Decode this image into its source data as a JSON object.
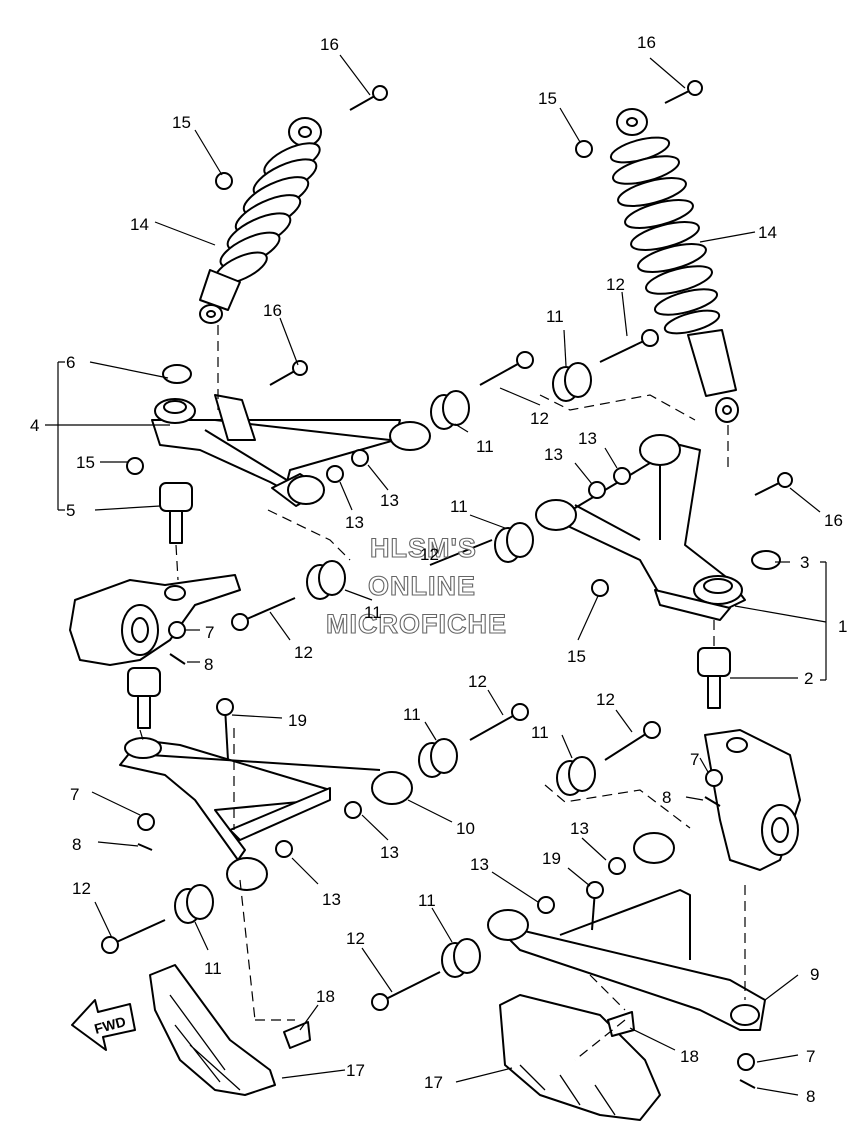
{
  "watermark": {
    "line1": "HLSM'S",
    "line2": "ONLINE",
    "line3": "MICROFICHE"
  },
  "fwd_label": "FWD",
  "callouts": [
    {
      "id": "c16a",
      "label": "16"
    },
    {
      "id": "c15a",
      "label": "15"
    },
    {
      "id": "c14a",
      "label": "14"
    },
    {
      "id": "c16b",
      "label": "16"
    },
    {
      "id": "c6",
      "label": "6"
    },
    {
      "id": "c4",
      "label": "4"
    },
    {
      "id": "c15b",
      "label": "15"
    },
    {
      "id": "c5",
      "label": "5"
    },
    {
      "id": "c13a",
      "label": "13"
    },
    {
      "id": "c13b",
      "label": "13"
    },
    {
      "id": "c11a",
      "label": "11"
    },
    {
      "id": "c12a",
      "label": "12"
    },
    {
      "id": "c16c",
      "label": "16"
    },
    {
      "id": "c15c",
      "label": "15"
    },
    {
      "id": "c14b",
      "label": "14"
    },
    {
      "id": "c12b",
      "label": "12"
    },
    {
      "id": "c11b",
      "label": "11"
    },
    {
      "id": "c13c",
      "label": "13"
    },
    {
      "id": "c13d",
      "label": "13"
    },
    {
      "id": "c11c",
      "label": "11"
    },
    {
      "id": "c12c",
      "label": "12"
    },
    {
      "id": "c16d",
      "label": "16"
    },
    {
      "id": "c3",
      "label": "3"
    },
    {
      "id": "c1",
      "label": "1"
    },
    {
      "id": "c2",
      "label": "2"
    },
    {
      "id": "c11d",
      "label": "11"
    },
    {
      "id": "c12d",
      "label": "12"
    },
    {
      "id": "c15d",
      "label": "15"
    },
    {
      "id": "c7a",
      "label": "7"
    },
    {
      "id": "c8a",
      "label": "8"
    },
    {
      "id": "c19a",
      "label": "19"
    },
    {
      "id": "c12e",
      "label": "12"
    },
    {
      "id": "c11e",
      "label": "11"
    },
    {
      "id": "c10",
      "label": "10"
    },
    {
      "id": "c13e",
      "label": "13"
    },
    {
      "id": "c7b",
      "label": "7"
    },
    {
      "id": "c8b",
      "label": "8"
    },
    {
      "id": "c13f",
      "label": "13"
    },
    {
      "id": "c12f",
      "label": "12"
    },
    {
      "id": "c11f",
      "label": "11"
    },
    {
      "id": "c12g",
      "label": "12"
    },
    {
      "id": "c11g",
      "label": "11"
    },
    {
      "id": "c7c",
      "label": "7"
    },
    {
      "id": "c8c",
      "label": "8"
    },
    {
      "id": "c13g",
      "label": "13"
    },
    {
      "id": "c19b",
      "label": "19"
    },
    {
      "id": "c13h",
      "label": "13"
    },
    {
      "id": "c11h",
      "label": "11"
    },
    {
      "id": "c12h",
      "label": "12"
    },
    {
      "id": "c9",
      "label": "9"
    },
    {
      "id": "c18a",
      "label": "18"
    },
    {
      "id": "c17a",
      "label": "17"
    },
    {
      "id": "c18b",
      "label": "18"
    },
    {
      "id": "c17b",
      "label": "17"
    },
    {
      "id": "c7d",
      "label": "7"
    },
    {
      "id": "c8d",
      "label": "8"
    }
  ]
}
